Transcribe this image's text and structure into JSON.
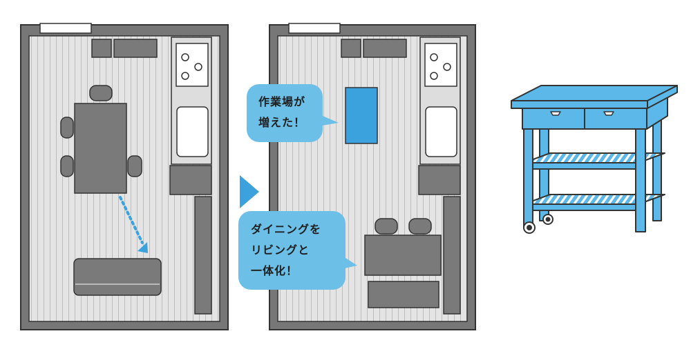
{
  "bubbles": {
    "workspace": [
      "作業場が",
      "増えた！"
    ],
    "dining": [
      "ダイニングを",
      "リビングと",
      "一体化！"
    ]
  },
  "colors": {
    "wall": "#777777",
    "floor": "#e4e4e4",
    "floor_line": "#bcbcbc",
    "furniture": "#7a7a7a",
    "outline": "#333333",
    "accent": "#3ba2dd",
    "bubble": "#6cbfe6",
    "cart": "#5bb8e8",
    "arrow_dots": "#3ba2dd"
  },
  "icons": {
    "transition": "triangle-right-icon",
    "stove": "gas-burner-icon",
    "movement": "dotted-arrow-icon"
  }
}
